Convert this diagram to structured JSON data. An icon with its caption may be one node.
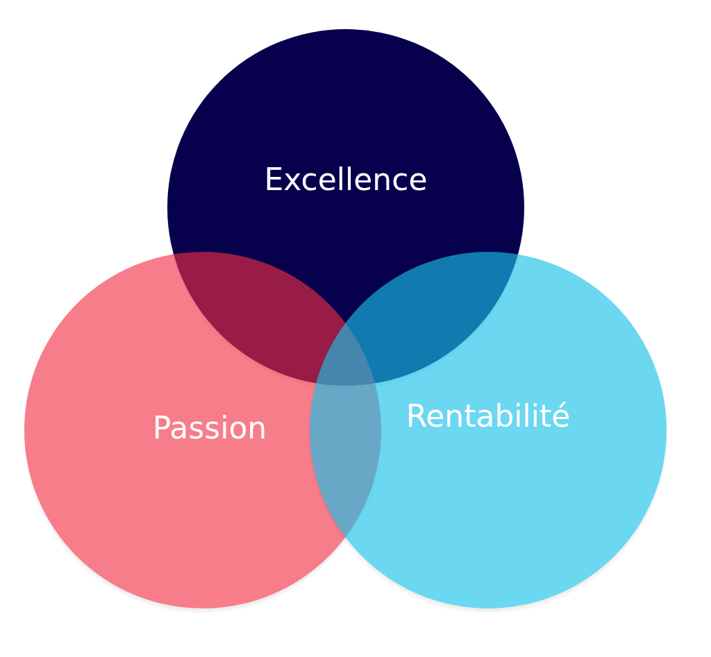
{
  "diagram": {
    "nodes": [
      {
        "text": [
          "Excellence"
        ]
      },
      {
        "text": [
          "Passion"
        ]
      },
      {
        "text": [
          "Rentabilité"
        ]
      }
    ]
  }
}
